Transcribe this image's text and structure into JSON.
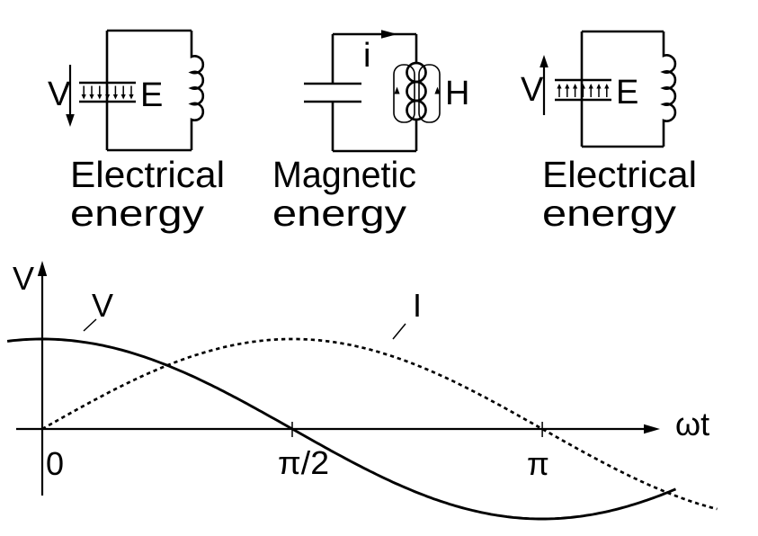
{
  "figure": {
    "background": "#ffffff",
    "ink": "#000000",
    "description_labels": {
      "stage1_caption_line1": "Electrical",
      "stage1_caption_line2": "energy",
      "stage2_caption_line1": "Magnetic",
      "stage2_caption_line2": "energy",
      "stage3_caption_line1": "Electrical",
      "stage3_caption_line2": "energy"
    }
  },
  "circuits": [
    {
      "caption_line1": "Electrical",
      "caption_line2": "energy",
      "left_label": "V",
      "plate_label": "E"
    },
    {
      "caption_line1": "Magnetic",
      "caption_line2": "energy",
      "top_label": "i",
      "coil_label": "H"
    },
    {
      "caption_line1": "Electrical",
      "caption_line2": "energy",
      "left_label": "V",
      "plate_label": "E"
    }
  ],
  "graph": {
    "curve_labels": {
      "v": "V",
      "i": "I"
    }
  },
  "chart_data": {
    "type": "line",
    "title": "",
    "xlabel": "ωt",
    "ylabel": "V",
    "x_unit": "radians",
    "x_ticks": [
      {
        "value": 0,
        "label": "0"
      },
      {
        "value": 1.5708,
        "label": "π/2"
      },
      {
        "value": 3.1416,
        "label": "π"
      }
    ],
    "ylim": [
      -1.2,
      1.2
    ],
    "grid": false,
    "legend": "inline-labels",
    "series": [
      {
        "name": "V",
        "function": "cos",
        "amplitude": 1,
        "phase": 0,
        "style": "solid",
        "x_start": -0.22,
        "x_end": 3.98
      },
      {
        "name": "I",
        "function": "sin",
        "amplitude": 1,
        "phase": 0,
        "style": "dotted",
        "x_start": 0,
        "x_end": 4.24
      }
    ]
  }
}
